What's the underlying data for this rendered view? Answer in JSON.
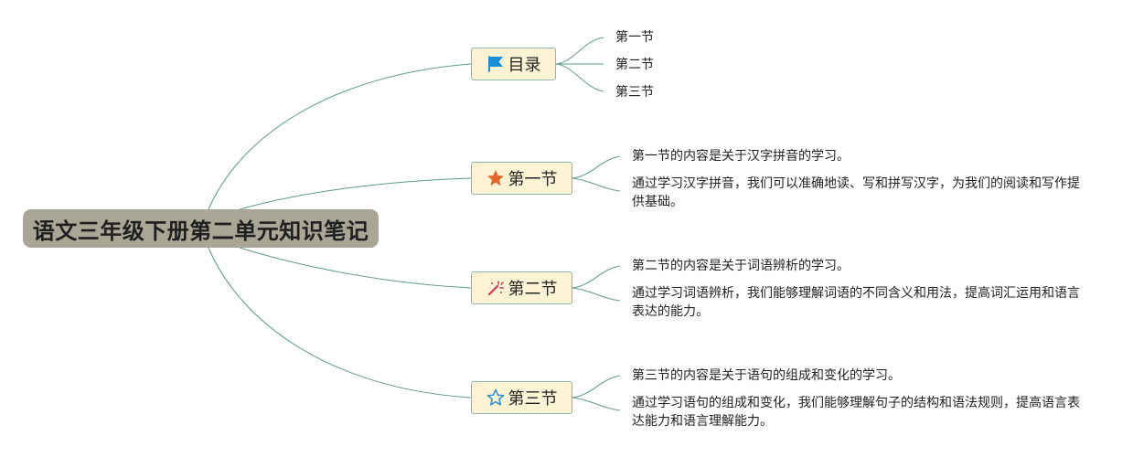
{
  "root": {
    "title": "语文三年级下册第二单元知识笔记"
  },
  "topics": [
    {
      "label": "目录",
      "icon": "flag-icon",
      "color": "#1a8fd8",
      "children": [
        "第一节",
        "第二节",
        "第三节"
      ]
    },
    {
      "label": "第一节",
      "icon": "star-filled-icon",
      "color": "#e2652c",
      "children": [
        "第一节的内容是关于汉字拼音的学习。",
        "通过学习汉字拼音，我们可以准确地读、写和拼写汉字，为我们的阅读和写作提供基础。"
      ]
    },
    {
      "label": "第二节",
      "icon": "magic-wand-icon",
      "color": "#d9345c",
      "children": [
        "第二节的内容是关于词语辨析的学习。",
        "通过学习词语辨析，我们能够理解词语的不同含义和用法，提高词汇运用和语言表达的能力。"
      ]
    },
    {
      "label": "第三节",
      "icon": "star-outline-icon",
      "color": "#2f8fd6",
      "children": [
        "第三节的内容是关于语句的组成和变化的学习。",
        "通过学习语句的组成和变化，我们能够理解句子的结构和语法规则，提高语言表达能力和语言理解能力。"
      ]
    }
  ],
  "style": {
    "line_color": "#5f9c87",
    "root_fill": "#a9a696",
    "topic_fill": "#fcf3d4",
    "topic_border": "#8fb7a6"
  }
}
